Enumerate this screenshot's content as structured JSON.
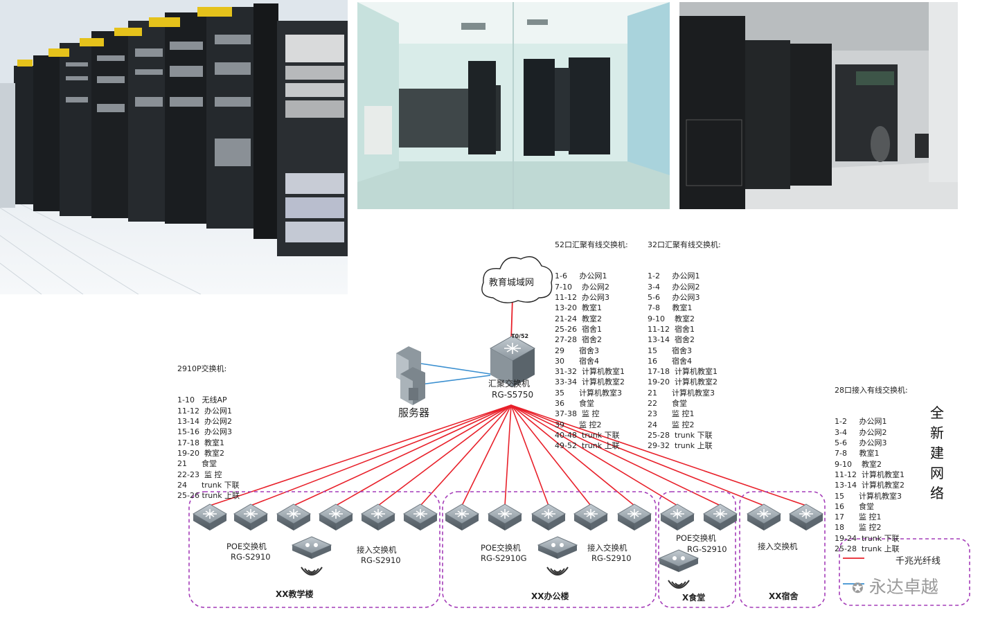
{
  "photos": [
    {
      "name": "server-racks-photo"
    },
    {
      "name": "glass-datacenter-room-photo"
    },
    {
      "name": "dark-server-cabinets-photo"
    }
  ],
  "core": {
    "cloud_label": "教育城域网",
    "uplink_port": "T0/52",
    "switch_name": "汇聚交换机",
    "switch_model": "RG-S5750",
    "server_label": "服务器"
  },
  "port_tables": {
    "agg52": {
      "title": "52口汇聚有线交换机:",
      "rows": [
        "1-6     办公网1",
        "7-10    办公网2",
        "11-12  办公网3",
        "13-20  教室1",
        "21-24  教室2",
        "25-26  宿舍1",
        "27-28  宿舍2",
        "29      宿舍3",
        "30      宿舍4",
        "31-32  计算机教室1",
        "33-34  计算机教室2",
        "35      计算机教室3",
        "36      食堂",
        "37-38  监 控",
        "39      监 控2",
        "40-48  trunk 下联",
        "49-52  trunk 上联"
      ]
    },
    "agg32": {
      "title": "32口汇聚有线交换机:",
      "rows": [
        "1-2     办公网1",
        "3-4     办公网2",
        "5-6     办公网3",
        "7-8     教室1",
        "9-10    教室2",
        "11-12  宿舍1",
        "13-14  宿舍2",
        "15      宿舍3",
        "16      宿舍4",
        "17-18  计算机教室1",
        "19-20  计算机教室2",
        "21      计算机教室3",
        "22      食堂",
        "23      监 控1",
        "24      监 控2",
        "25-28  trunk 下联",
        "29-32  trunk 上联"
      ]
    },
    "s2910p": {
      "title": "2910P交换机:",
      "rows": [
        "1-10   无线AP",
        "11-12  办公网1",
        "13-14  办公网2",
        "15-16  办公网3",
        "17-18  教室1",
        "19-20  教室2",
        "21      食堂",
        "22-23  监 控",
        "24      trunk 下联",
        "25-26 trunk 上联"
      ]
    },
    "access28": {
      "title": "28口接入有线交换机:",
      "rows": [
        "1-2     办公网1",
        "3-4     办公网2",
        "5-6     办公网3",
        "7-8     教室1",
        "9-10    教室2",
        "11-12  计算机教室1",
        "13-14  计算机教室2",
        "15      计算机教室3",
        "16      食堂",
        "17      监 控1",
        "18      监 控2",
        "19-24  trunk 下联",
        "25-28  trunk 上联"
      ]
    }
  },
  "groups": [
    {
      "label": "XX教学楼",
      "poe_name": "POE交换机",
      "poe_model": "RG-S2910",
      "access_name": "接入交换机",
      "access_model": "RG-S2910"
    },
    {
      "label": "XX办公楼",
      "poe_name": "POE交换机",
      "poe_model": "RG-S2910G",
      "access_name": "接入交换机",
      "access_model": "RG-S2910"
    },
    {
      "label": "X食堂",
      "poe_name": "POE交换机",
      "poe_model": "RG-S2910"
    },
    {
      "label": "XX宿舍",
      "access_name": "接入交换机"
    }
  ],
  "legend": {
    "fiber_label": "千兆光纤线",
    "fiber_color": "#e8202a",
    "copper_color": "#3a8fd0"
  },
  "title_vertical": "全新建网络",
  "watermark": "永达卓越",
  "colors": {
    "group_border": "#a43cb8",
    "link_red": "#e8202a",
    "server_link": "#3a8fd0"
  }
}
